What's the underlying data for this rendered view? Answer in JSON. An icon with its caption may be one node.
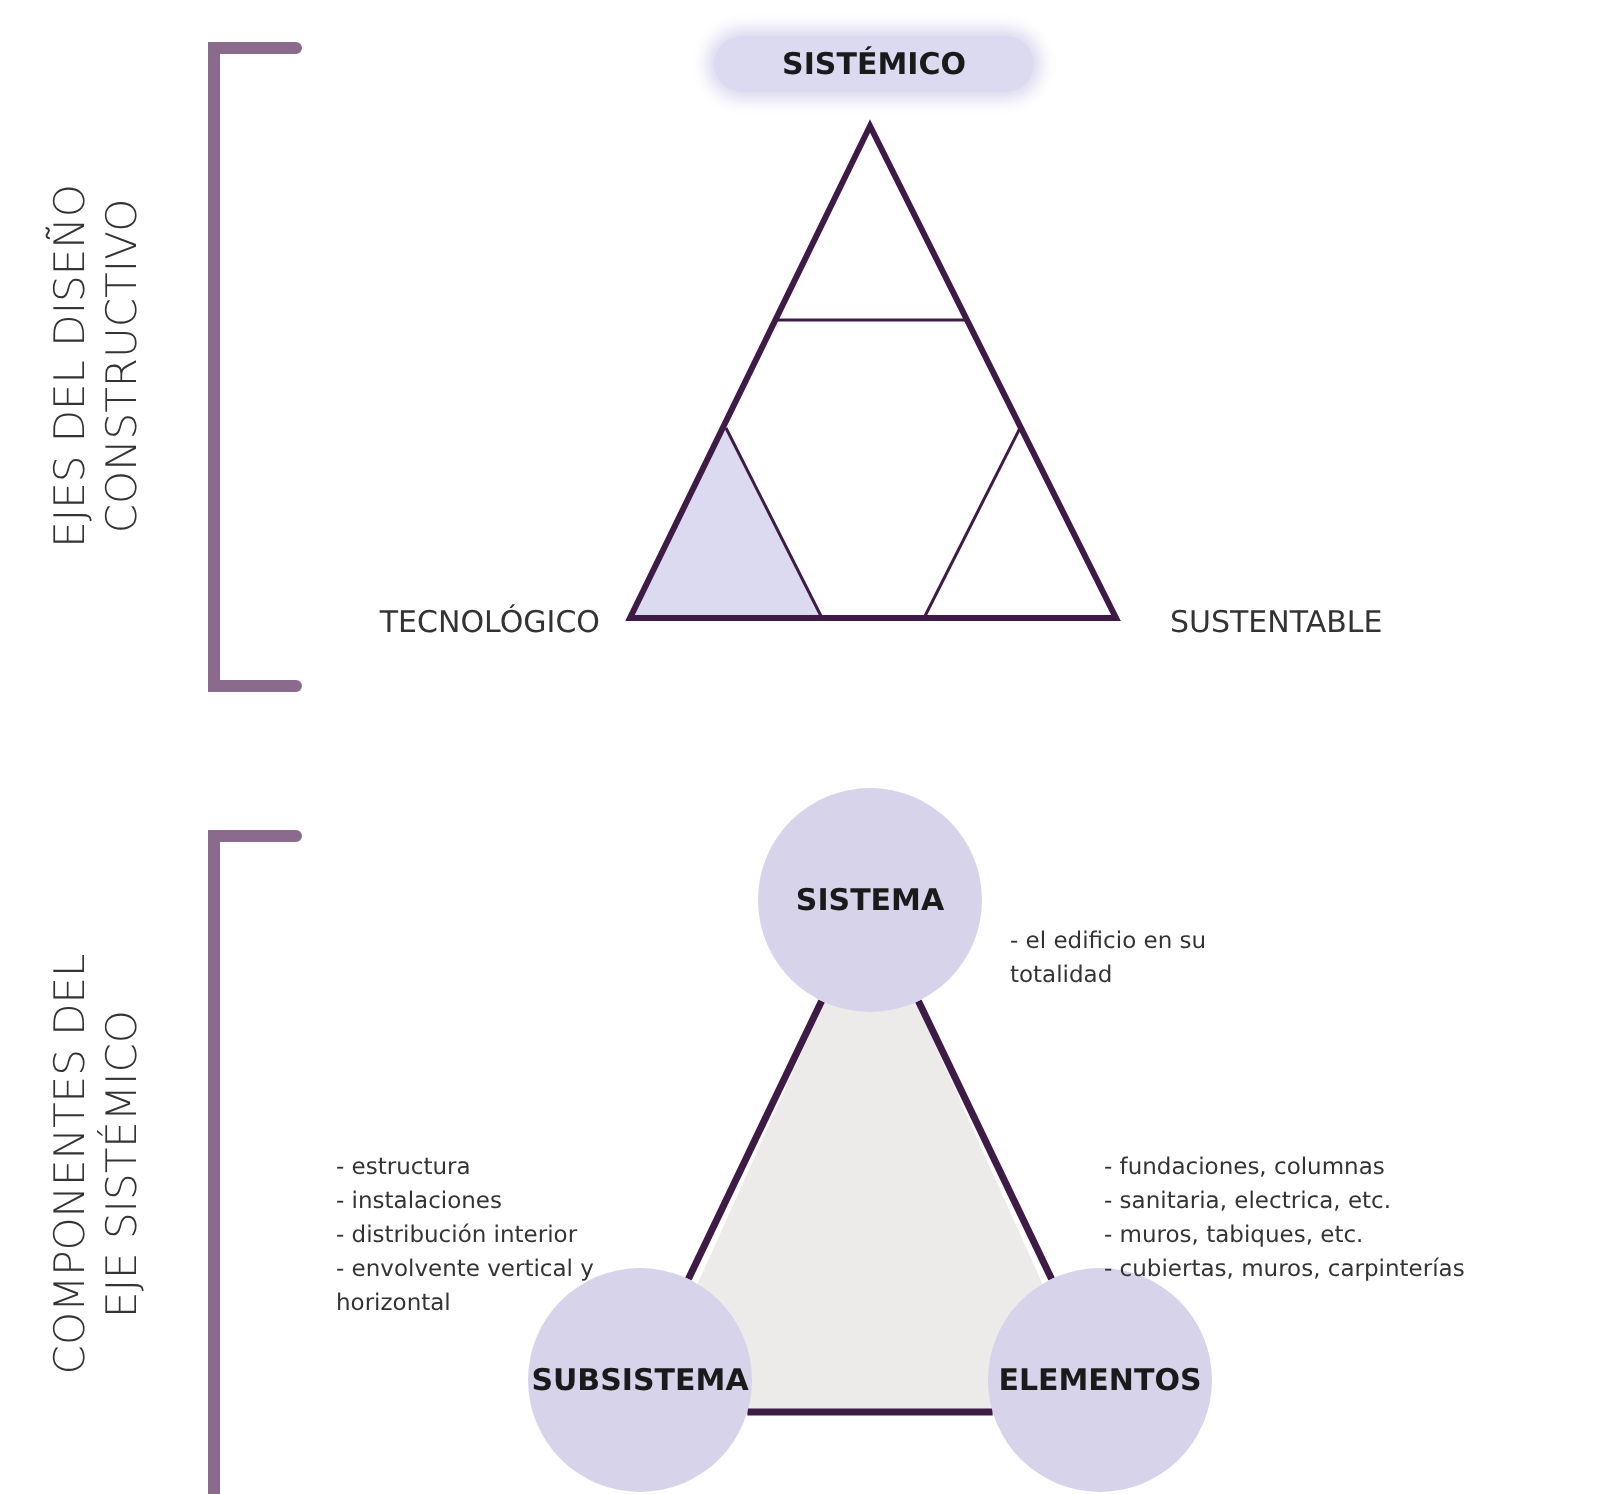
{
  "diagram": {
    "nodes": [
      {
        "text": [
          "SISTÉMICO"
        ]
      },
      {
        "text": [
          "SISTEMA"
        ],
        "beside": [
          "- el edificio en su totalidad"
        ]
      },
      {
        "text": [
          "SUBSISTEMA"
        ],
        "beside": [
          "- estructura",
          "- instalaciones",
          "- distribución interior",
          "- envolvente vertical y horizontal"
        ]
      },
      {
        "text": [
          "ELEMENTOS"
        ],
        "beside": [
          "- fundaciones, columnas",
          "- sanitaria, electrica, etc.",
          "- muros, tabiques, etc.",
          "- cubiertas, muros, carpinterías"
        ]
      }
    ],
    "edges": [
      {
        "from": 1,
        "to": 2,
        "arrow": "none"
      },
      {
        "from": 1,
        "to": 3,
        "arrow": "none"
      },
      {
        "from": 2,
        "to": 3,
        "arrow": "none"
      }
    ],
    "labels": [
      "EJES DEL DISEÑO CONSTRUCTIVO",
      "TECNOLÓGICO",
      "SUSTENTABLE",
      "COMPONENTES DEL EJE SISTÉMICO"
    ]
  }
}
